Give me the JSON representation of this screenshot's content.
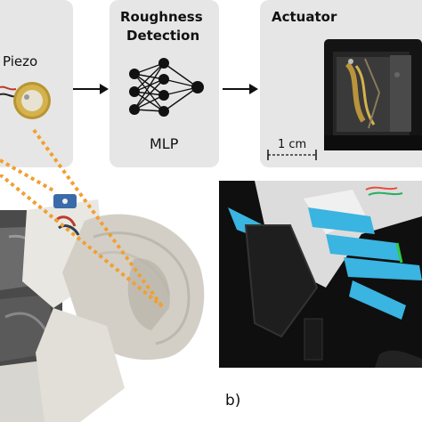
{
  "diagram": {
    "input_panel": {
      "label": "Piezo"
    },
    "model_panel": {
      "title_line1": "Roughness",
      "title_line2": "Detection",
      "caption": "MLP"
    },
    "output_panel": {
      "title": "Actuator",
      "scale_bar_label": "1 cm"
    },
    "subfigure_label_b": "b)"
  },
  "colors": {
    "panel_bg": "#e6e6e6",
    "dotted_line": "#f0a030",
    "piezo_gold": "#d4b24c",
    "robot_blue": "#3ab4e0",
    "nn_node": "#111111"
  }
}
